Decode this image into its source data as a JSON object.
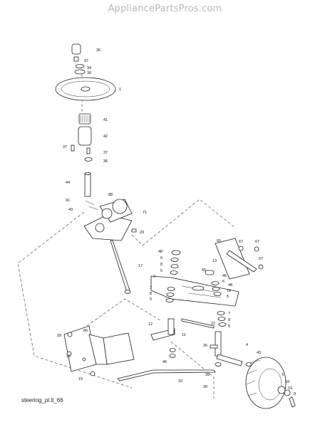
{
  "watermark": "AppliancePartsPros.com",
  "caption": "steering_pl.lt_66",
  "callouts": [
    {
      "id": "c36a",
      "text": "36"
    },
    {
      "id": "c97",
      "text": "97"
    },
    {
      "id": "c34",
      "text": "34"
    },
    {
      "id": "c39",
      "text": "39"
    },
    {
      "id": "c1",
      "text": "1"
    },
    {
      "id": "c41",
      "text": "41"
    },
    {
      "id": "c42",
      "text": "42"
    },
    {
      "id": "c37a",
      "text": "37"
    },
    {
      "id": "c37b",
      "text": "37"
    },
    {
      "id": "c36b",
      "text": "36"
    },
    {
      "id": "c44",
      "text": "44"
    },
    {
      "id": "c91",
      "text": "91"
    },
    {
      "id": "c88",
      "text": "88"
    },
    {
      "id": "c43a",
      "text": "43"
    },
    {
      "id": "c71",
      "text": "71"
    },
    {
      "id": "c29a",
      "text": "29"
    },
    {
      "id": "c17",
      "text": "17"
    },
    {
      "id": "c65",
      "text": "65"
    },
    {
      "id": "c67a",
      "text": "67"
    },
    {
      "id": "c67b",
      "text": "67"
    },
    {
      "id": "c67c",
      "text": "67"
    },
    {
      "id": "c48",
      "text": "48"
    },
    {
      "id": "c6a",
      "text": "6"
    },
    {
      "id": "c8a",
      "text": "8"
    },
    {
      "id": "c5a",
      "text": "5"
    },
    {
      "id": "c2",
      "text": "2"
    },
    {
      "id": "c7a",
      "text": "7"
    },
    {
      "id": "c8b",
      "text": "8"
    },
    {
      "id": "c5b",
      "text": "5"
    },
    {
      "id": "c13",
      "text": "13"
    },
    {
      "id": "c46a",
      "text": "46"
    },
    {
      "id": "c6b",
      "text": "6"
    },
    {
      "id": "c48b",
      "text": "48"
    },
    {
      "id": "c10a",
      "text": "10"
    },
    {
      "id": "c5c",
      "text": "5"
    },
    {
      "id": "c7b",
      "text": "7"
    },
    {
      "id": "c8c",
      "text": "8"
    },
    {
      "id": "c5d",
      "text": "5"
    },
    {
      "id": "c22",
      "text": "22"
    },
    {
      "id": "c29b",
      "text": "29"
    },
    {
      "id": "c66",
      "text": "66"
    },
    {
      "id": "c12",
      "text": "12"
    },
    {
      "id": "c11",
      "text": "11"
    },
    {
      "id": "c26",
      "text": "26"
    },
    {
      "id": "c4",
      "text": "4"
    },
    {
      "id": "c43b",
      "text": "43"
    },
    {
      "id": "c15a",
      "text": "15"
    },
    {
      "id": "c15b",
      "text": "15"
    },
    {
      "id": "c46b",
      "text": "46"
    },
    {
      "id": "c28",
      "text": "28"
    },
    {
      "id": "c10b",
      "text": "10"
    },
    {
      "id": "c30",
      "text": "30"
    },
    {
      "id": "c3",
      "text": "3"
    },
    {
      "id": "c18",
      "text": "18"
    },
    {
      "id": "c19",
      "text": "19"
    },
    {
      "id": "c9",
      "text": "9"
    },
    {
      "id": "c65b",
      "text": "65"
    }
  ]
}
